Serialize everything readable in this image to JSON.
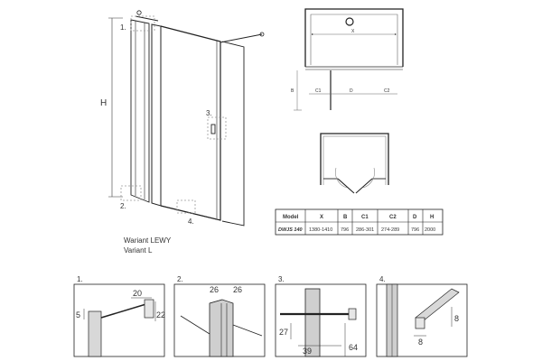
{
  "main": {
    "label_1": "1.",
    "label_2": "2.",
    "label_3": "3.",
    "label_4": "4.",
    "label_h": "H",
    "variant_pl": "Wariant LEWY",
    "variant_en": "Variant L"
  },
  "plan": {
    "label_x": "X",
    "label_b": "B",
    "label_c1": "C1",
    "label_d": "D",
    "label_c2": "C2"
  },
  "table": {
    "headers": [
      "Model",
      "X",
      "B",
      "C1",
      "C2",
      "D",
      "H"
    ],
    "row": [
      "DWJS 140",
      "1380-1410",
      "796",
      "286-301",
      "274-289",
      "796",
      "2000"
    ]
  },
  "details": {
    "d1": {
      "label": "1.",
      "dim_20": "20",
      "dim_5": "5",
      "dim_22": "22"
    },
    "d2": {
      "label": "2.",
      "dim_26a": "26",
      "dim_26b": "26"
    },
    "d3": {
      "label": "3.",
      "dim_27": "27",
      "dim_39": "39",
      "dim_64": "64"
    },
    "d4": {
      "label": "4.",
      "dim_8a": "8",
      "dim_8b": "8"
    }
  },
  "colors": {
    "line": "#222222",
    "grey": "#888888",
    "box": "#9a9a9a"
  }
}
